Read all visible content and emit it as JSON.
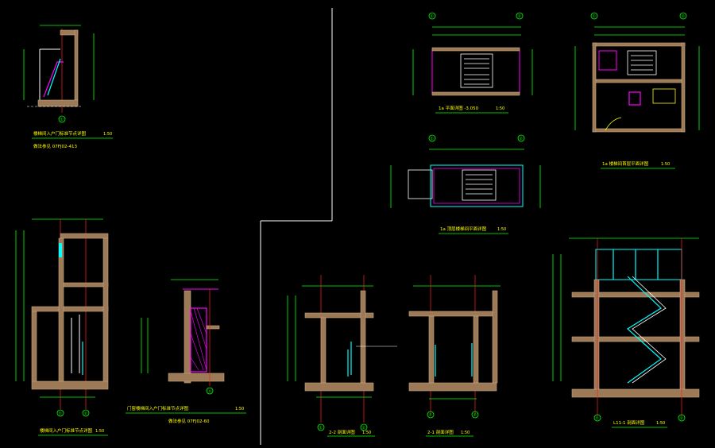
{
  "colors": {
    "background": "#000000",
    "line": "#ffffff",
    "dimension": "#00ff00",
    "axis": "#ff2020",
    "hatch": "#9c7a57",
    "railing": "#00ffff",
    "text": "#ffff00",
    "highlight": "#ff00ff"
  },
  "views": {
    "detail_top_left": {
      "title": "楼梯间入户门标准节点详图",
      "scale": "1:50",
      "ref": "做法参见 07FJ02-413",
      "axis": "①"
    },
    "section_left": {
      "title": "楼梯间入户门标准节点详图",
      "scale": "1:50",
      "axes": [
        "①",
        "②"
      ]
    },
    "detail_middle": {
      "title": "门窗楼梯间入户门标准节点详图",
      "scale": "1:50",
      "ref": "做法参见 07FJ02-60",
      "axis": "Ⓐ"
    },
    "section_22": {
      "title": "2-2 剖面详图",
      "scale": "1:50",
      "axes": [
        "①",
        "②"
      ]
    },
    "section_21": {
      "title": "2-1 剖面详图",
      "scale": "1:50",
      "axes": [
        "①",
        "②"
      ]
    },
    "section_11": {
      "title": "L11-1 剖面详图",
      "scale": "1:50",
      "axes": [
        "①",
        "②"
      ]
    },
    "plan_top_mid": {
      "title": "1a 平面详图 -3.050",
      "scale": "1:50",
      "axes": [
        "①",
        "②"
      ]
    },
    "plan_mid": {
      "title": "1a 顶层楼梯间平面详图",
      "scale": "1:50",
      "axes": [
        "①",
        "②"
      ]
    },
    "plan_right": {
      "title": "1a 楼梯间首层平面详图",
      "scale": "1:50",
      "axes": [
        "①",
        "②"
      ]
    }
  }
}
